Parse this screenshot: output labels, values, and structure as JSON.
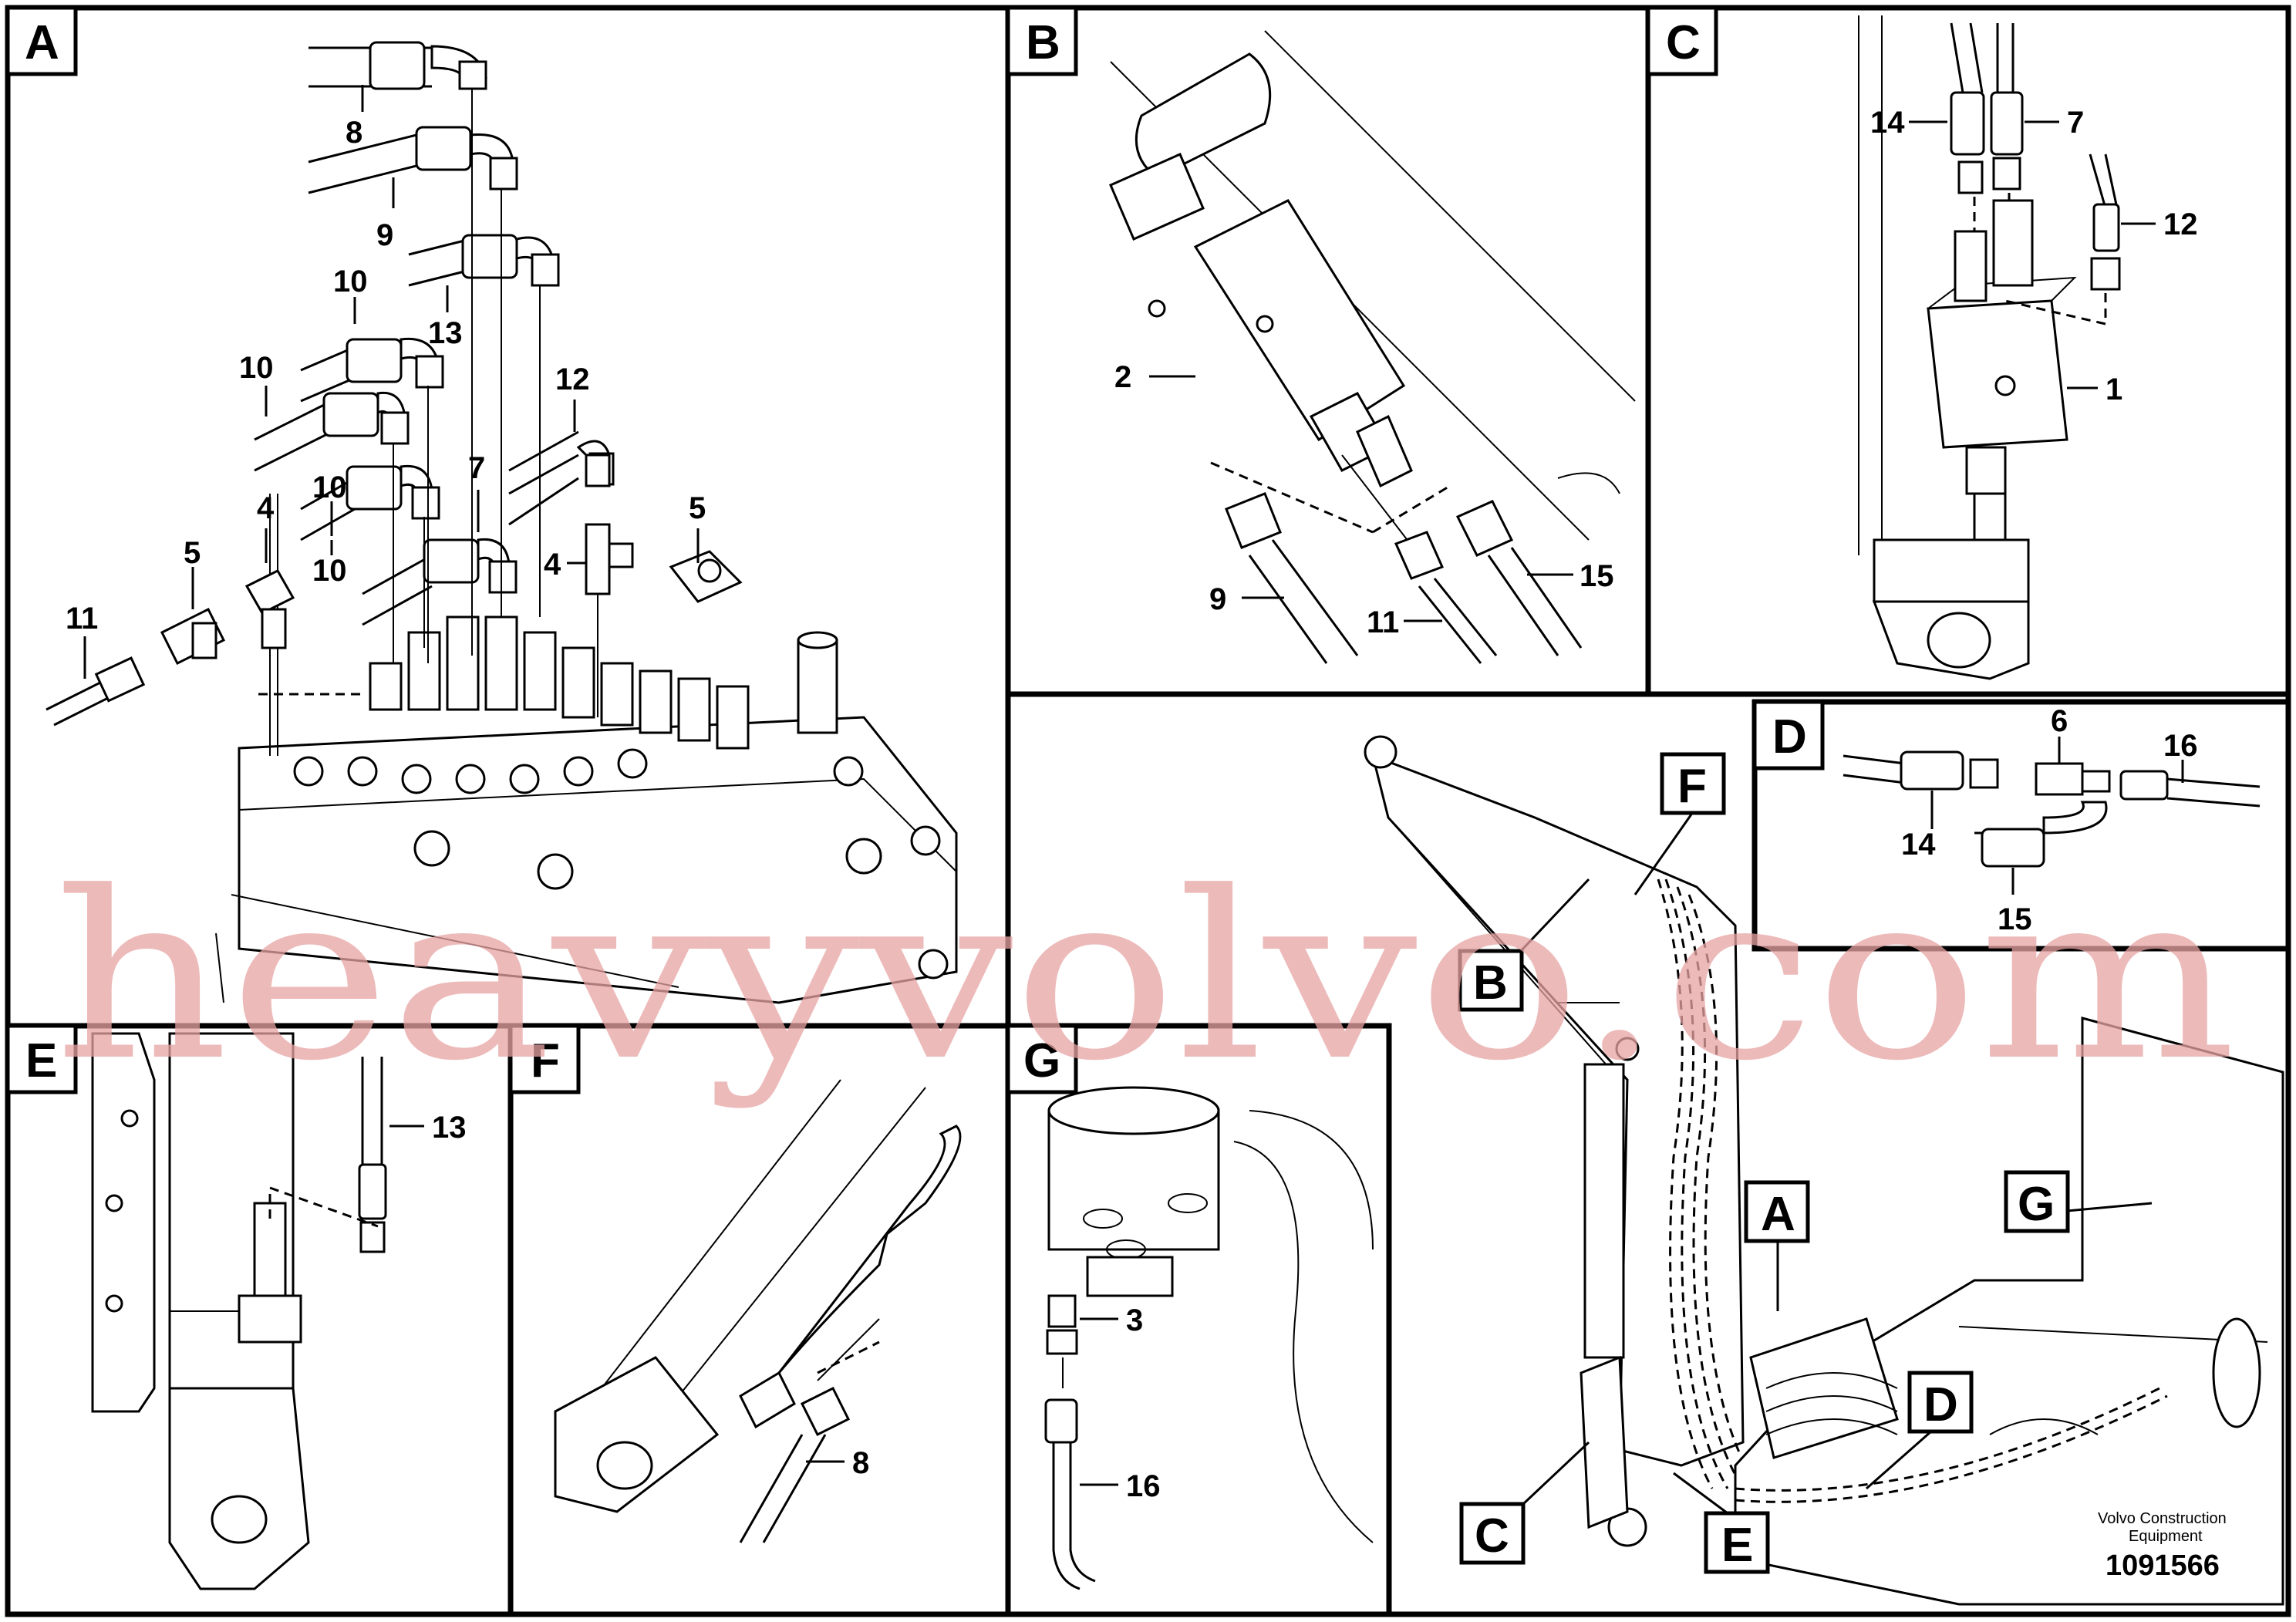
{
  "panels": {
    "A": {
      "tag": "A",
      "callouts": [
        "8",
        "9",
        "10",
        "13",
        "10",
        "10",
        "10",
        "12",
        "7",
        "4",
        "5",
        "4",
        "5",
        "11"
      ]
    },
    "B": {
      "tag": "B",
      "callouts": [
        "2",
        "9",
        "11",
        "15"
      ]
    },
    "C": {
      "tag": "C",
      "callouts": [
        "14",
        "7",
        "12",
        "1"
      ]
    },
    "D": {
      "tag": "D",
      "callouts": [
        "6",
        "16",
        "14",
        "15"
      ]
    },
    "E": {
      "tag": "E",
      "callouts": [
        "13"
      ]
    },
    "F": {
      "tag": "F",
      "callouts": [
        "8"
      ]
    },
    "G": {
      "tag": "G",
      "callouts": [
        "3",
        "16"
      ]
    }
  },
  "overview_tags": [
    "F",
    "B",
    "A",
    "G",
    "D",
    "C",
    "E"
  ],
  "footer": {
    "brand_line1": "Volvo Construction",
    "brand_line2": "Equipment",
    "doc_number": "1091566"
  },
  "watermark": {
    "text": "heavyvolvo.com",
    "color": "#e8a3a3"
  }
}
